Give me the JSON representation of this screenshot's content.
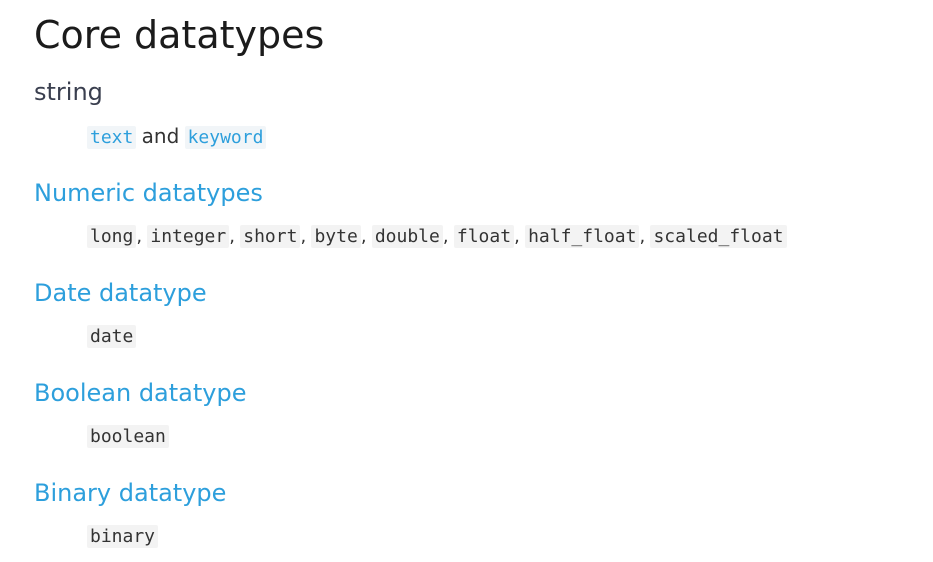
{
  "title": "Core datatypes",
  "sections": {
    "string": {
      "term": "string",
      "types": [
        "text",
        "keyword"
      ],
      "conjunction": "and"
    },
    "numeric": {
      "term": "Numeric datatypes",
      "types": [
        "long",
        "integer",
        "short",
        "byte",
        "double",
        "float",
        "half_float",
        "scaled_float"
      ],
      "separator": ","
    },
    "date": {
      "term": "Date datatype",
      "types": [
        "date"
      ]
    },
    "boolean": {
      "term": "Boolean datatype",
      "types": [
        "boolean"
      ]
    },
    "binary": {
      "term": "Binary datatype",
      "types": [
        "binary"
      ]
    }
  },
  "colors": {
    "link": "#2d9fdc",
    "heading": "#1b1b1b",
    "code_background": "#f3f3f3"
  }
}
